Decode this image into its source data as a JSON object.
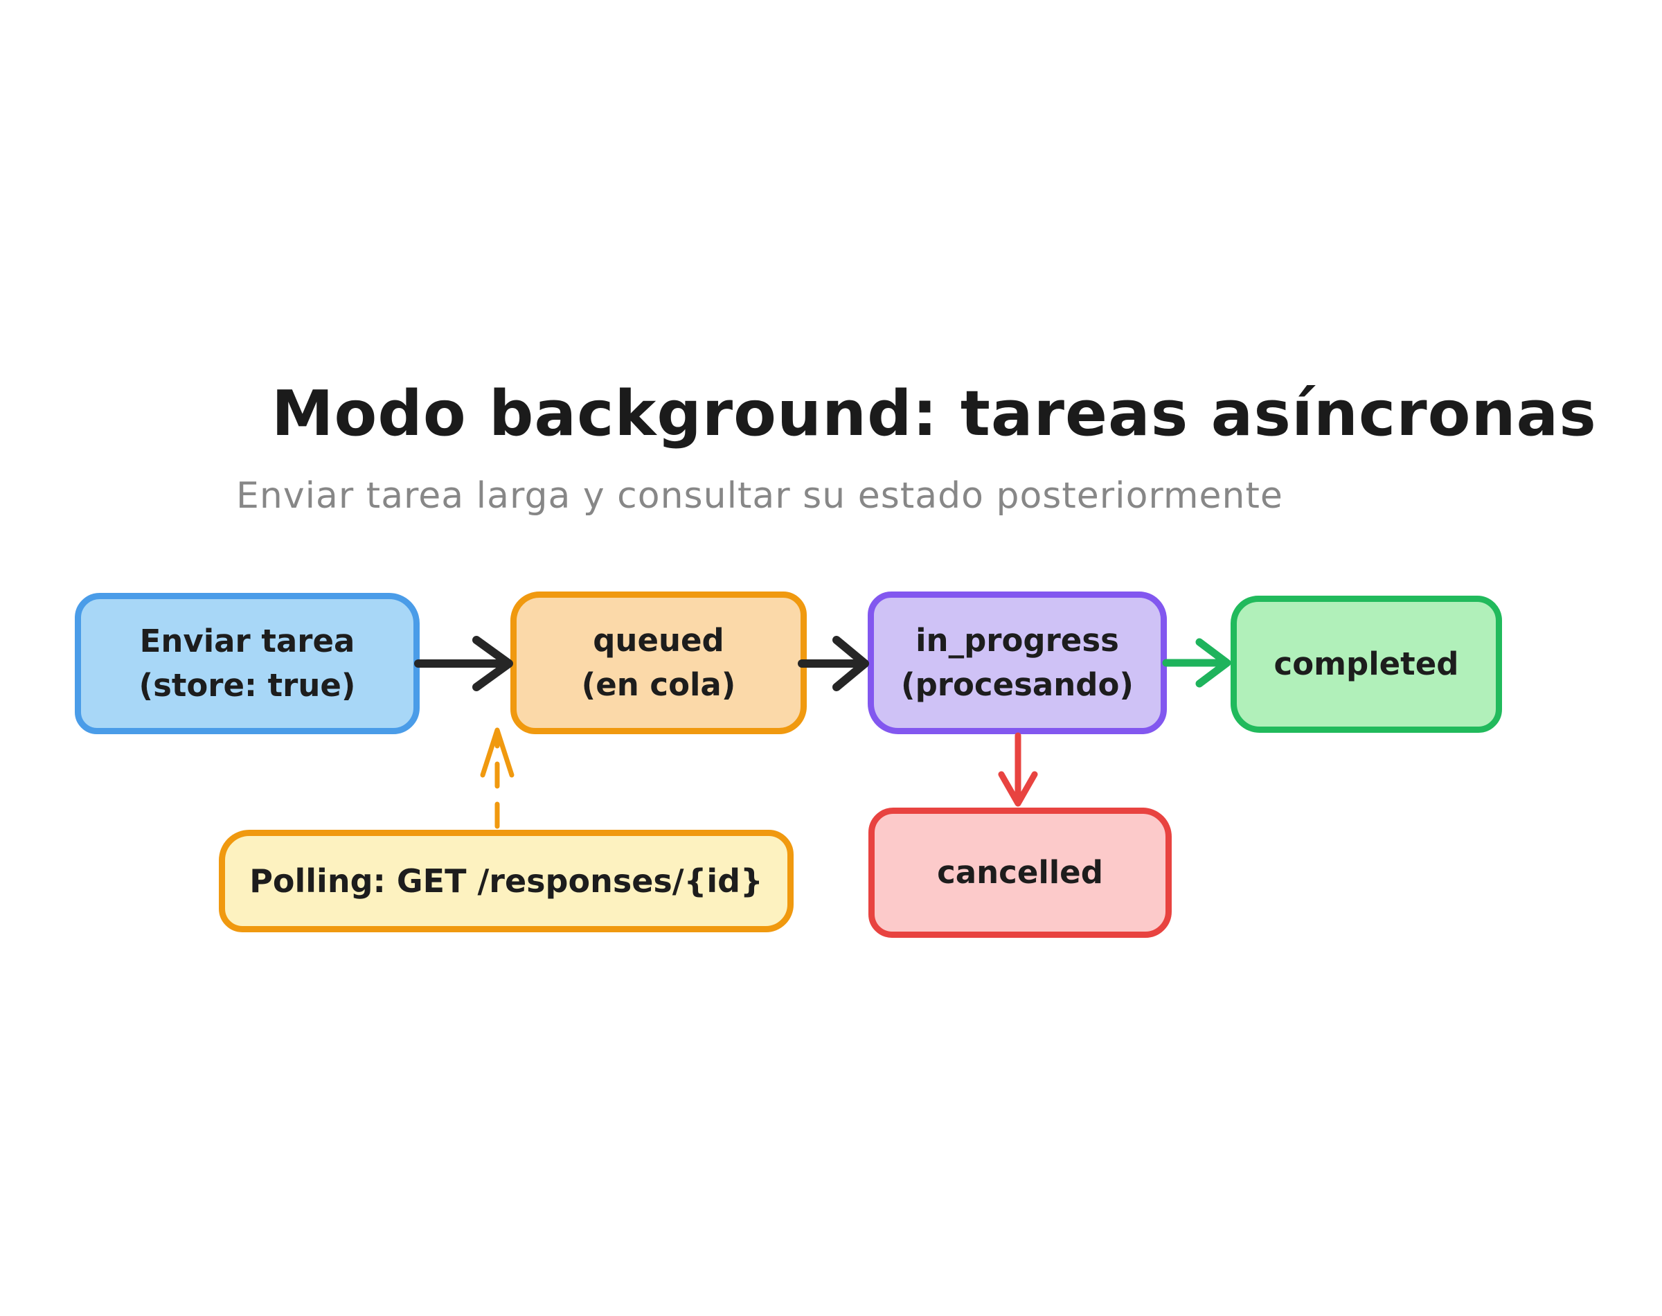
{
  "header": {
    "title": "Modo background: tareas asíncronas",
    "subtitle": "Enviar tarea larga y consultar su estado posteriormente"
  },
  "colors": {
    "background": "#ffffff",
    "title_text": "#1b1b1b",
    "subtitle_text": "#878787",
    "node_text": "#1d1d1d"
  },
  "nodes": {
    "enviar": {
      "line1": "Enviar tarea",
      "line2": "(store: true)",
      "fill": "#a8d7f7",
      "stroke": "#4a9ce8"
    },
    "queued": {
      "line1": "queued",
      "line2": "(en cola)",
      "fill": "#fbd9a9",
      "stroke": "#f0990f"
    },
    "in_progress": {
      "line1": "in_progress",
      "line2": "(procesando)",
      "fill": "#cfc2f6",
      "stroke": "#8257ef"
    },
    "completed": {
      "line1": "completed",
      "line2": "",
      "fill": "#b1f0ba",
      "stroke": "#21ba5c"
    },
    "cancelled": {
      "line1": "cancelled",
      "line2": "",
      "fill": "#fccaca",
      "stroke": "#e84340"
    },
    "polling": {
      "line1": "Polling: GET /responses/{id}",
      "line2": "",
      "fill": "#fdf2c0",
      "stroke": "#f0990f"
    }
  },
  "arrows": {
    "submit_to_queued": {
      "color": "#262626",
      "style": "solid"
    },
    "queued_to_inprogress": {
      "color": "#262626",
      "style": "solid"
    },
    "inprogress_to_completed": {
      "color": "#1eb35c",
      "style": "solid"
    },
    "inprogress_to_cancelled": {
      "color": "#e84340",
      "style": "solid"
    },
    "polling_to_queued": {
      "color": "#f0990f",
      "style": "dashed"
    }
  }
}
